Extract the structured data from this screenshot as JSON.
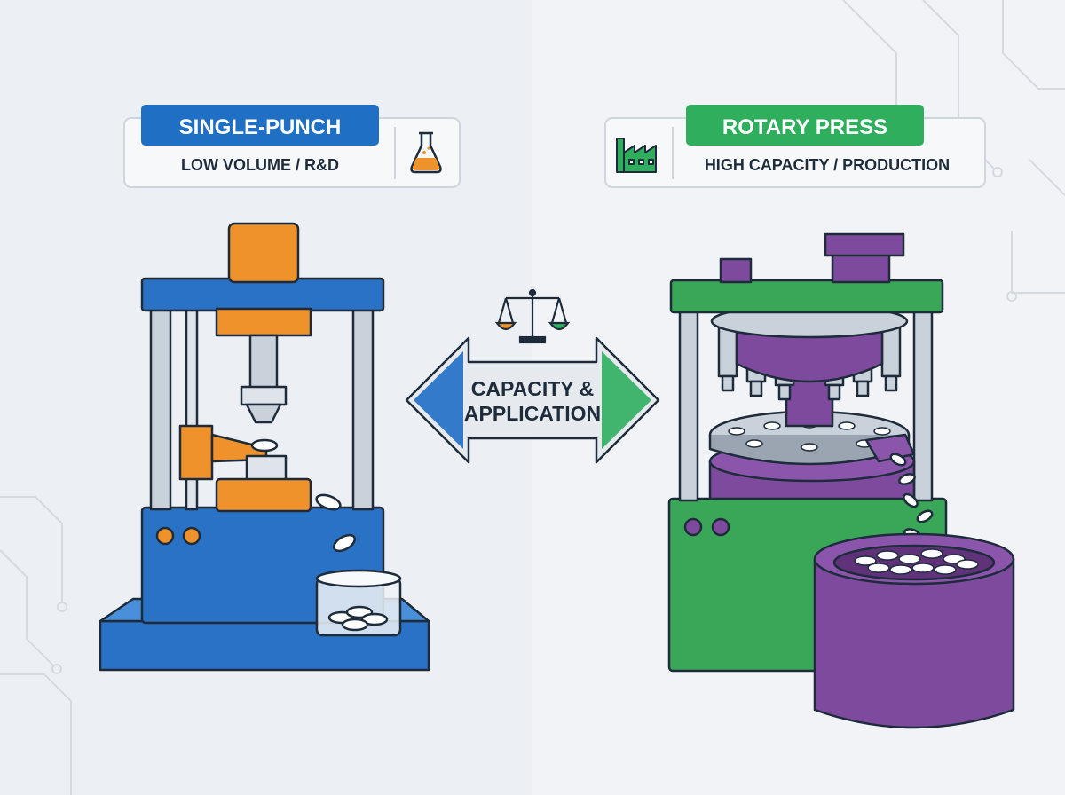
{
  "left_panel": {
    "badge": "SINGLE-PUNCH",
    "subtitle": "LOW VOLUME / R&D",
    "icon": "flask-icon",
    "accent": "#1f6fc5",
    "machine_color": "#2a72c6",
    "punch_color": "#f0922b"
  },
  "right_panel": {
    "badge": "ROTARY PRESS",
    "subtitle": "HIGH CAPACITY / PRODUCTION",
    "icon": "factory-icon",
    "accent": "#2fae5e",
    "machine_color": "#3aa758",
    "punch_color": "#7e4a9e"
  },
  "center": {
    "line1": "CAPACITY &",
    "line2": "APPLICATION",
    "icon": "balance-scale-icon"
  }
}
